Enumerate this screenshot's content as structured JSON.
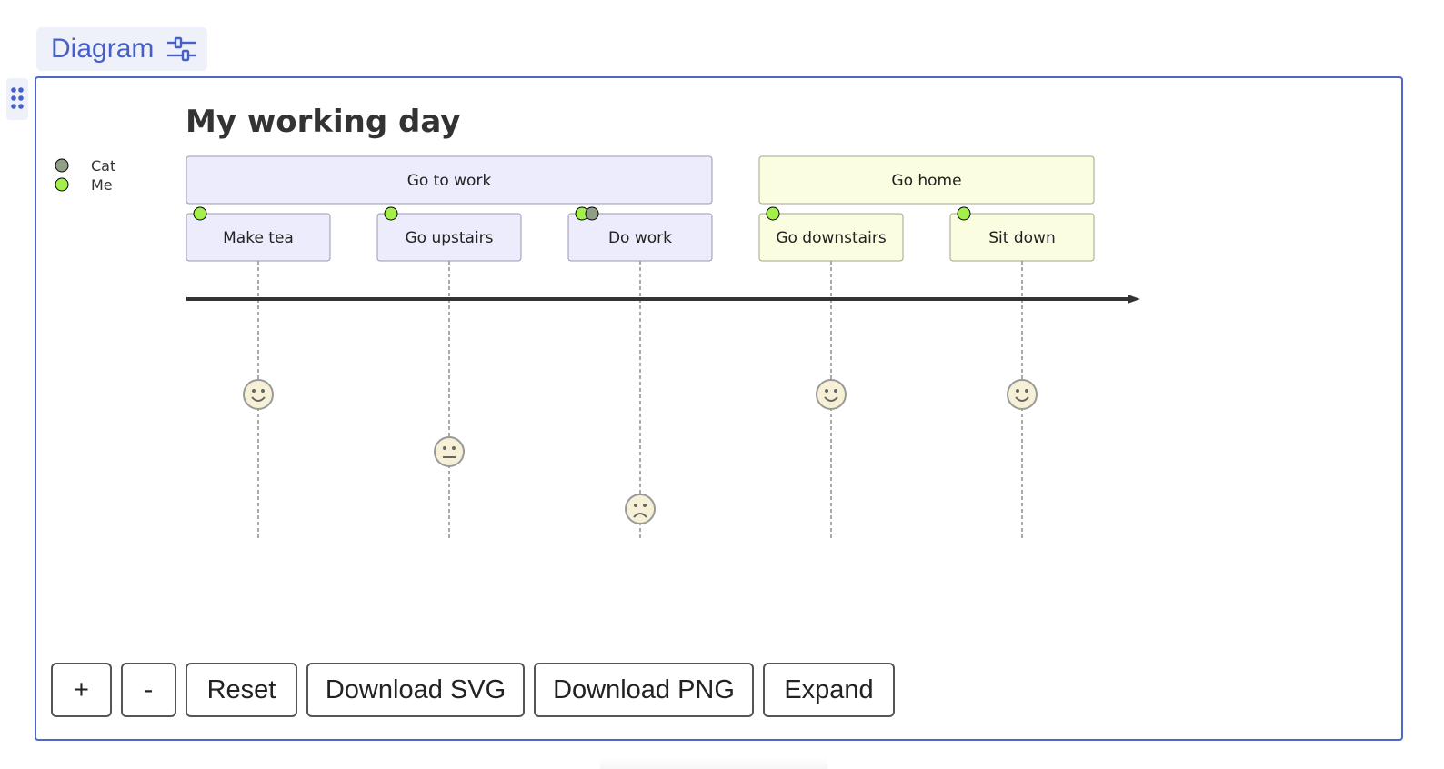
{
  "header": {
    "tab_label": "Diagram",
    "tab_icon": "sliders-icon"
  },
  "diagram": {
    "type": "journey",
    "title": "My working day",
    "legend": [
      {
        "name": "Cat",
        "color": "#8f9f86"
      },
      {
        "name": "Me",
        "color": "#a4f04a"
      }
    ],
    "sections": [
      {
        "label": "Go to work",
        "fill": "#ececfd",
        "stroke": "#9a9ab2"
      },
      {
        "label": "Go home",
        "fill": "#fbfde0",
        "stroke": "#a3a38f"
      }
    ],
    "tasks": [
      {
        "label": "Make tea",
        "section": 0,
        "score": 5,
        "actors": [
          "Me"
        ],
        "mood": "happy"
      },
      {
        "label": "Go upstairs",
        "section": 0,
        "score": 3,
        "actors": [
          "Me"
        ],
        "mood": "neutral"
      },
      {
        "label": "Do work",
        "section": 0,
        "score": 1,
        "actors": [
          "Me",
          "Cat"
        ],
        "mood": "sad"
      },
      {
        "label": "Go downstairs",
        "section": 1,
        "score": 5,
        "actors": [
          "Me"
        ],
        "mood": "happy"
      },
      {
        "label": "Sit down",
        "section": 1,
        "score": 5,
        "actors": [
          "Me"
        ],
        "mood": "happy"
      }
    ],
    "face_color": "#f6f1d6"
  },
  "toolbar": {
    "zoom_in": "+",
    "zoom_out": "-",
    "reset": "Reset",
    "download_svg": "Download SVG",
    "download_png": "Download PNG",
    "expand": "Expand"
  }
}
